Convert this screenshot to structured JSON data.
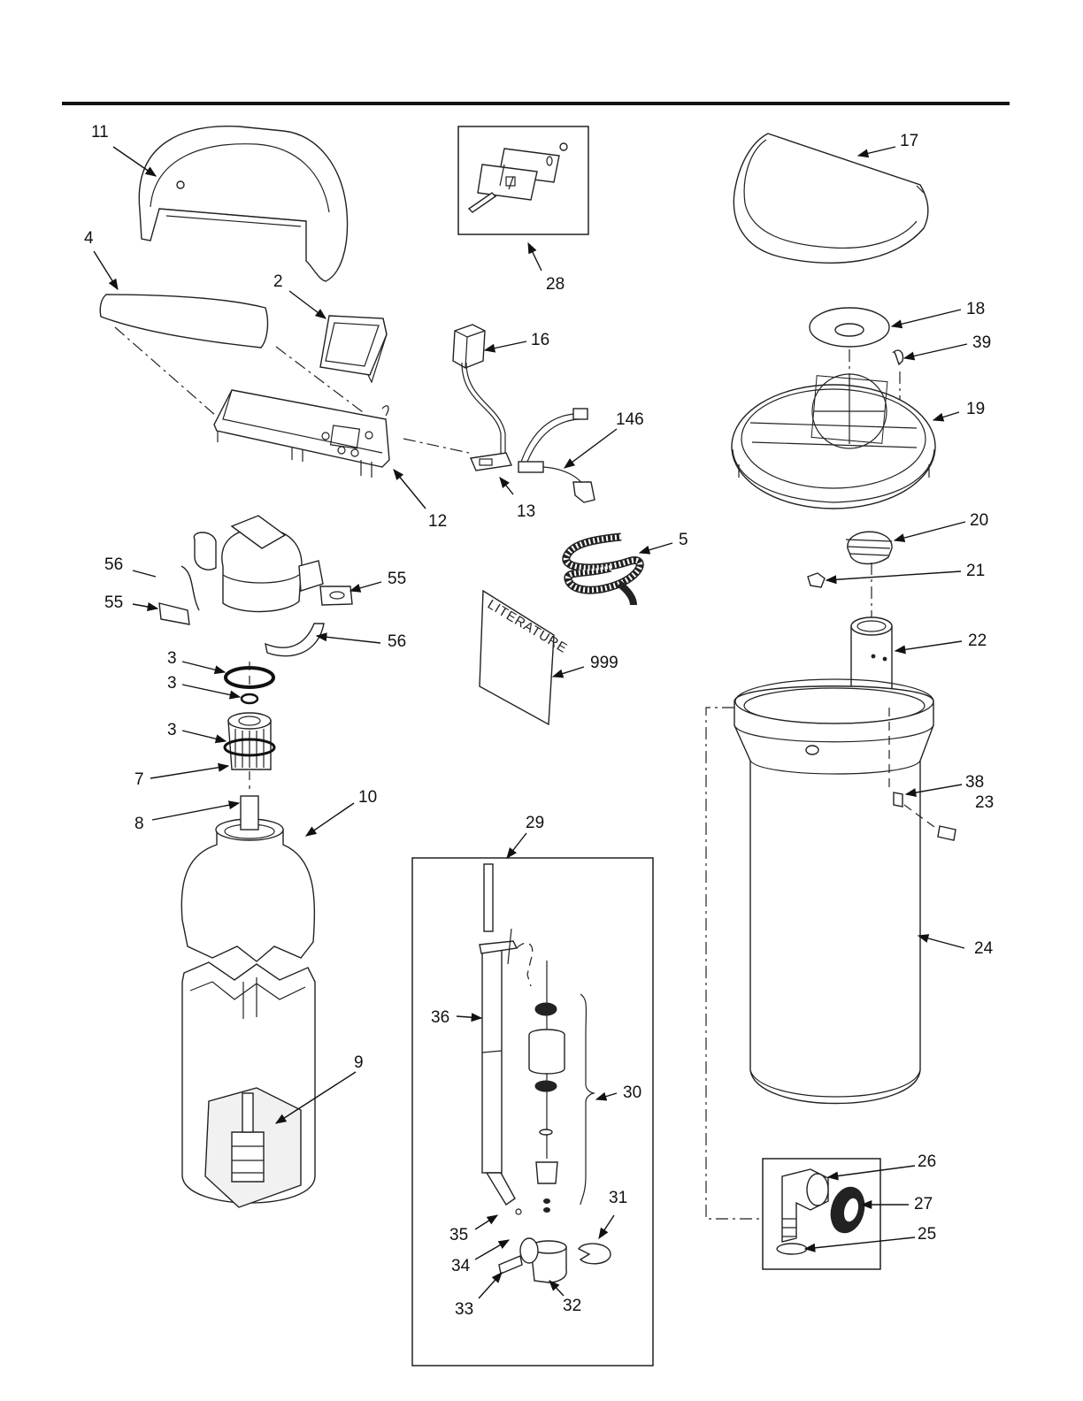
{
  "diagram": {
    "type": "exploded-parts-view",
    "literature_text": "LITERATURE",
    "labels": [
      {
        "id": "11",
        "text": "11"
      },
      {
        "id": "4",
        "text": "4"
      },
      {
        "id": "2",
        "text": "2"
      },
      {
        "id": "12",
        "text": "12"
      },
      {
        "id": "28",
        "text": "28"
      },
      {
        "id": "16",
        "text": "16"
      },
      {
        "id": "146",
        "text": "146"
      },
      {
        "id": "13",
        "text": "13"
      },
      {
        "id": "17",
        "text": "17"
      },
      {
        "id": "18",
        "text": "18"
      },
      {
        "id": "39",
        "text": "39"
      },
      {
        "id": "19",
        "text": "19"
      },
      {
        "id": "56a",
        "text": "56"
      },
      {
        "id": "55a",
        "text": "55"
      },
      {
        "id": "55b",
        "text": "55"
      },
      {
        "id": "56b",
        "text": "56"
      },
      {
        "id": "5",
        "text": "5"
      },
      {
        "id": "20",
        "text": "20"
      },
      {
        "id": "21",
        "text": "21"
      },
      {
        "id": "22",
        "text": "22"
      },
      {
        "id": "3a",
        "text": "3"
      },
      {
        "id": "3b",
        "text": "3"
      },
      {
        "id": "3c",
        "text": "3"
      },
      {
        "id": "999",
        "text": "999"
      },
      {
        "id": "7",
        "text": "7"
      },
      {
        "id": "8",
        "text": "8"
      },
      {
        "id": "10",
        "text": "10"
      },
      {
        "id": "38",
        "text": "38"
      },
      {
        "id": "23",
        "text": "23"
      },
      {
        "id": "29",
        "text": "29"
      },
      {
        "id": "24",
        "text": "24"
      },
      {
        "id": "36",
        "text": "36"
      },
      {
        "id": "9",
        "text": "9"
      },
      {
        "id": "30",
        "text": "30"
      },
      {
        "id": "26",
        "text": "26"
      },
      {
        "id": "27",
        "text": "27"
      },
      {
        "id": "25",
        "text": "25"
      },
      {
        "id": "31",
        "text": "31"
      },
      {
        "id": "35",
        "text": "35"
      },
      {
        "id": "34",
        "text": "34"
      },
      {
        "id": "33",
        "text": "33"
      },
      {
        "id": "32",
        "text": "32"
      }
    ]
  }
}
